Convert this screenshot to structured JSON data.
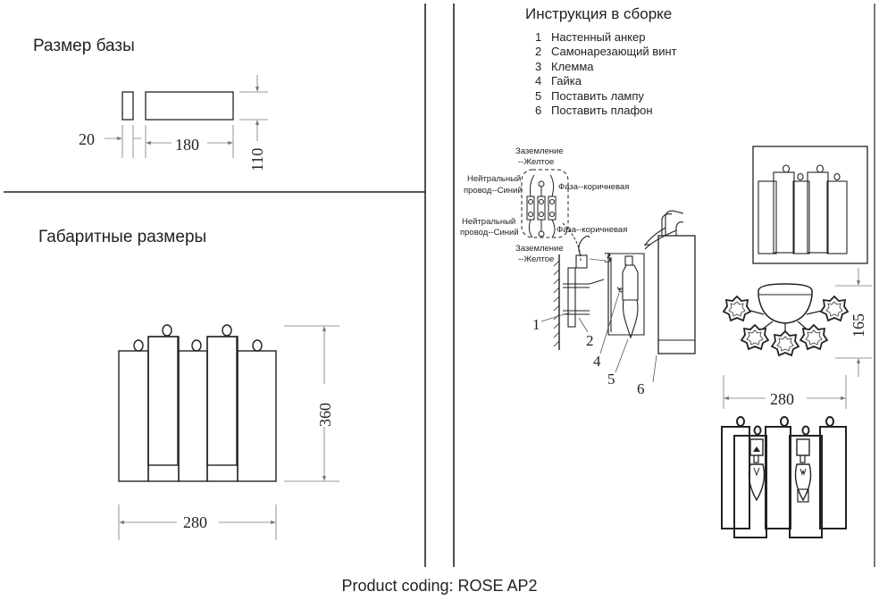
{
  "base_panel": {
    "title": "Размер базы",
    "dim_depth": "20",
    "dim_width": "180",
    "dim_height": "110"
  },
  "overall_panel": {
    "title": "Габаритные размеры",
    "dim_height": "360",
    "dim_width": "280"
  },
  "instructions": {
    "title": "Инструкция в сборке",
    "steps": [
      {
        "num": "1",
        "text": "Настенный анкер"
      },
      {
        "num": "2",
        "text": "Самонарезающий винт"
      },
      {
        "num": "3",
        "text": "Клемма"
      },
      {
        "num": "4",
        "text": "Гайка"
      },
      {
        "num": "5",
        "text": "Поставить лампу"
      },
      {
        "num": "6",
        "text": "Поставить плафон"
      }
    ],
    "wiring": {
      "ground_top_1": "Заземление",
      "ground_top_2": "--Желтое",
      "neutral_top_1": "Нейтральный",
      "neutral_top_2": "провод--Синий",
      "phase_top": "Фаза--коричневая",
      "neutral_bot_1": "Нейтральный",
      "neutral_bot_2": "провод--Синий",
      "phase_bot": "Фаза--коричневая",
      "ground_bot_1": "Заземление",
      "ground_bot_2": "--Желтое"
    },
    "callouts": [
      "1",
      "2",
      "3",
      "4",
      "5",
      "6"
    ]
  },
  "side_views": {
    "dim_depth": "165",
    "dim_width": "280"
  },
  "footer": "Product coding: ROSE AP2"
}
